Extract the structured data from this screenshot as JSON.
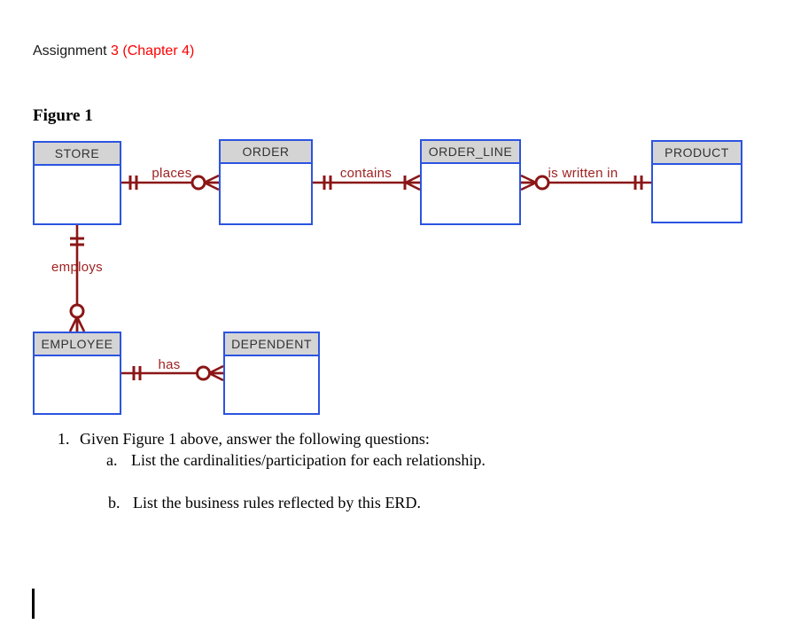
{
  "header": {
    "title_prefix": "Assignment ",
    "title_highlight": "3 (Chapter 4)"
  },
  "figure": {
    "label": "Figure 1"
  },
  "diagram": {
    "notation": "crows-foot",
    "entities": [
      {
        "label": "STORE"
      },
      {
        "label": "ORDER"
      },
      {
        "label": "ORDER_LINE"
      },
      {
        "label": "PRODUCT"
      },
      {
        "label": "EMPLOYEE"
      },
      {
        "label": "DEPENDENT"
      }
    ],
    "relationships": [
      {
        "label": "places",
        "from": "STORE",
        "to": "ORDER",
        "from_cardinality": "one and only one",
        "to_cardinality": "zero or many"
      },
      {
        "label": "contains",
        "from": "ORDER",
        "to": "ORDER_LINE",
        "from_cardinality": "one and only one",
        "to_cardinality": "one or many"
      },
      {
        "label": "is written in",
        "from": "ORDER_LINE",
        "to": "PRODUCT",
        "from_cardinality": "zero or many",
        "to_cardinality": "one and only one"
      },
      {
        "label": "employs",
        "from": "STORE",
        "to": "EMPLOYEE",
        "from_cardinality": "one and only one",
        "to_cardinality": "zero or many"
      },
      {
        "label": "has",
        "from": "EMPLOYEE",
        "to": "DEPENDENT",
        "from_cardinality": "one and only one",
        "to_cardinality": "zero or many"
      }
    ]
  },
  "questions": {
    "q1_number": "1.",
    "q1_text": "Given Figure 1 above, answer the following questions:",
    "q1a_letter": "a.",
    "q1a_text": "List the cardinalities/participation for each relationship.",
    "q1b_letter": "b.",
    "q1b_text": "List the business rules reflected by this ERD."
  },
  "colors": {
    "entity_border": "#2c54e0",
    "entity_header_bg": "#d4d4d4",
    "entity_label": "#333333",
    "relationship_line": "#8b1616",
    "relationship_label": "#9e1f1f",
    "title_highlight": "#fe0000"
  }
}
